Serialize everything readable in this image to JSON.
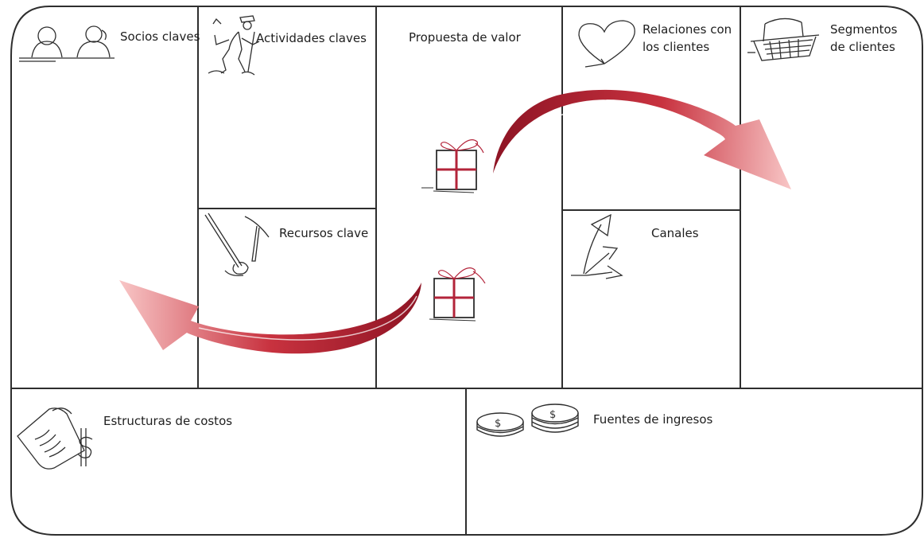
{
  "canvas": {
    "blocks": {
      "key_partners": "Socios claves",
      "key_activities": "Actividades claves",
      "key_resources": "Recursos clave",
      "value_proposition": "Propuesta de valor",
      "customer_relationships": [
        "Relaciones con",
        "los clientes"
      ],
      "channels": "Canales",
      "customer_segments": [
        "Segmentos",
        "de clientes"
      ],
      "cost_structure": "Estructuras de costos",
      "revenue_streams": "Fuentes de ingresos"
    },
    "colors": {
      "line": "#2e2e2e",
      "arrow_dark": "#a01c2c",
      "arrow_light": "#f2b3b5",
      "gift_ribbon": "#b3243a"
    },
    "icons": [
      "partners-icon",
      "worker-icon",
      "pickaxe-icon",
      "gift-icon",
      "heart-icon",
      "channel-arrows-icon",
      "basket-icon",
      "invoice-icon",
      "coins-icon"
    ]
  }
}
